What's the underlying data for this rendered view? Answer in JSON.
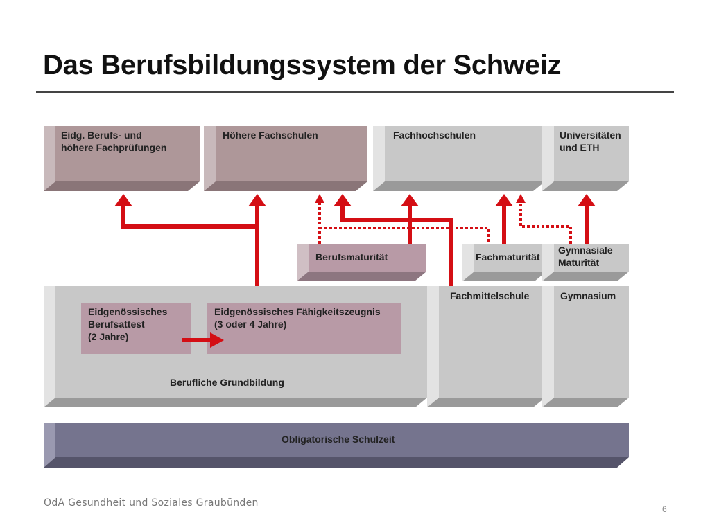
{
  "slide": {
    "title": "Das Berufsbildungssystem der Schweiz",
    "footer": "OdA Gesundheit und Soziales Graubünden",
    "page_number": "6"
  },
  "boxes": {
    "berufspruefungen": [
      "Eidg. Berufs- und",
      "höhere Fachprüfungen"
    ],
    "hoehere_fachschulen": [
      "Höhere Fachschulen"
    ],
    "fachhochschulen": [
      "Fachhochschulen"
    ],
    "universitaeten": [
      "Universitäten",
      "und ETH"
    ],
    "berufsmaturitaet": [
      "Berufsmaturität"
    ],
    "fachmaturitaet": [
      "Fachmaturität"
    ],
    "gymnasiale_maturitaet": [
      "Gymnasiale",
      "Maturität"
    ],
    "grundbildung": [
      "Berufliche Grundbildung"
    ],
    "berufsattest": [
      "Eidgenössisches",
      "Berufsattest",
      "(2 Jahre)"
    ],
    "faehigkeitszeugnis": [
      "Eidgenössisches Fähigkeitszeugnis",
      "(3 oder 4 Jahre)"
    ],
    "fachmittelschule": [
      "Fachmittelschule"
    ],
    "gymnasium": [
      "Gymnasium"
    ],
    "obligatorische_schulzeit": [
      "Obligatorische Schulzeit"
    ]
  },
  "colors": {
    "rose_face": "#ae9799",
    "rose_bevel": "#8a7578",
    "grey_face": "#c8c8c8",
    "grey_bevel": "#9a9a9a",
    "pink_inner": "#b89aa6",
    "purple_face": "#75748e",
    "purple_bevel": "#55546a",
    "arrow_red": "#d40e14"
  }
}
